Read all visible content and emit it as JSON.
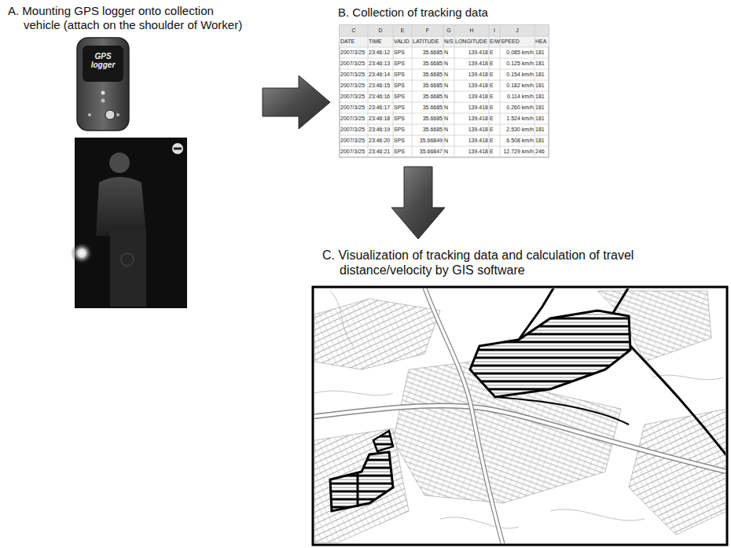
{
  "diagram": {
    "nodes": [
      {
        "text": [
          "A. Mounting GPS logger onto collection vehicle (attach on the shoulder of Worker)"
        ]
      },
      {
        "text": [
          "B. Collection of tracking data"
        ]
      },
      {
        "text": [
          "C. Visualization of tracking data and calculation of travel distance/velocity by GIS software"
        ]
      }
    ],
    "edges": [
      {
        "from": 0,
        "to": 1,
        "arrow": "to"
      },
      {
        "from": 1,
        "to": 2,
        "arrow": "to"
      }
    ],
    "labels": [
      "GPS logger",
      "C",
      "D",
      "E",
      "F",
      "G",
      "H",
      "I",
      "J",
      "DATE",
      "TIME",
      "VALID",
      "LATITUDE",
      "N/S",
      "LONGITUDE",
      "E/W",
      "SPEED",
      "HEA",
      "2007/3/25",
      "23:46:12",
      "SPS",
      "35.6685",
      "N",
      "139.418",
      "E",
      "0.085 km/h",
      "181",
      "2007/3/25",
      "23:46:13",
      "SPS",
      "35.6685",
      "N",
      "139.418",
      "E",
      "0.125 km/h",
      "181",
      "2007/3/25",
      "23:46:14",
      "SPS",
      "35.6685",
      "N",
      "139.418",
      "E",
      "0.154 km/h",
      "181",
      "2007/3/25",
      "23:46:15",
      "SPS",
      "35.6685",
      "N",
      "139.418",
      "E",
      "0.182 km/h",
      "181",
      "2007/3/25",
      "23:46:16",
      "SPS",
      "35.6685",
      "N",
      "139.418",
      "E",
      "0.114 km/h",
      "181",
      "2007/3/25",
      "23:46:17",
      "SPS",
      "35.6685",
      "N",
      "139.418",
      "E",
      "0.260 km/h",
      "181",
      "2007/3/25",
      "23:46:18",
      "SPS",
      "35.6685",
      "N",
      "139.418",
      "E",
      "1.524 km/h",
      "181",
      "2007/3/25",
      "23:46:19",
      "SPS",
      "35.6685",
      "N",
      "139.418",
      "E",
      "2.530 km/h",
      "181",
      "2007/3/25",
      "23:46:20",
      "SPS",
      "35.66849",
      "N",
      "139.418",
      "E",
      "6.508 km/h",
      "181",
      "2007/3/25",
      "23:46:21",
      "SPS",
      "35.66847",
      "N",
      "139.418",
      "E",
      "12.729 km/h",
      "246"
    ]
  }
}
